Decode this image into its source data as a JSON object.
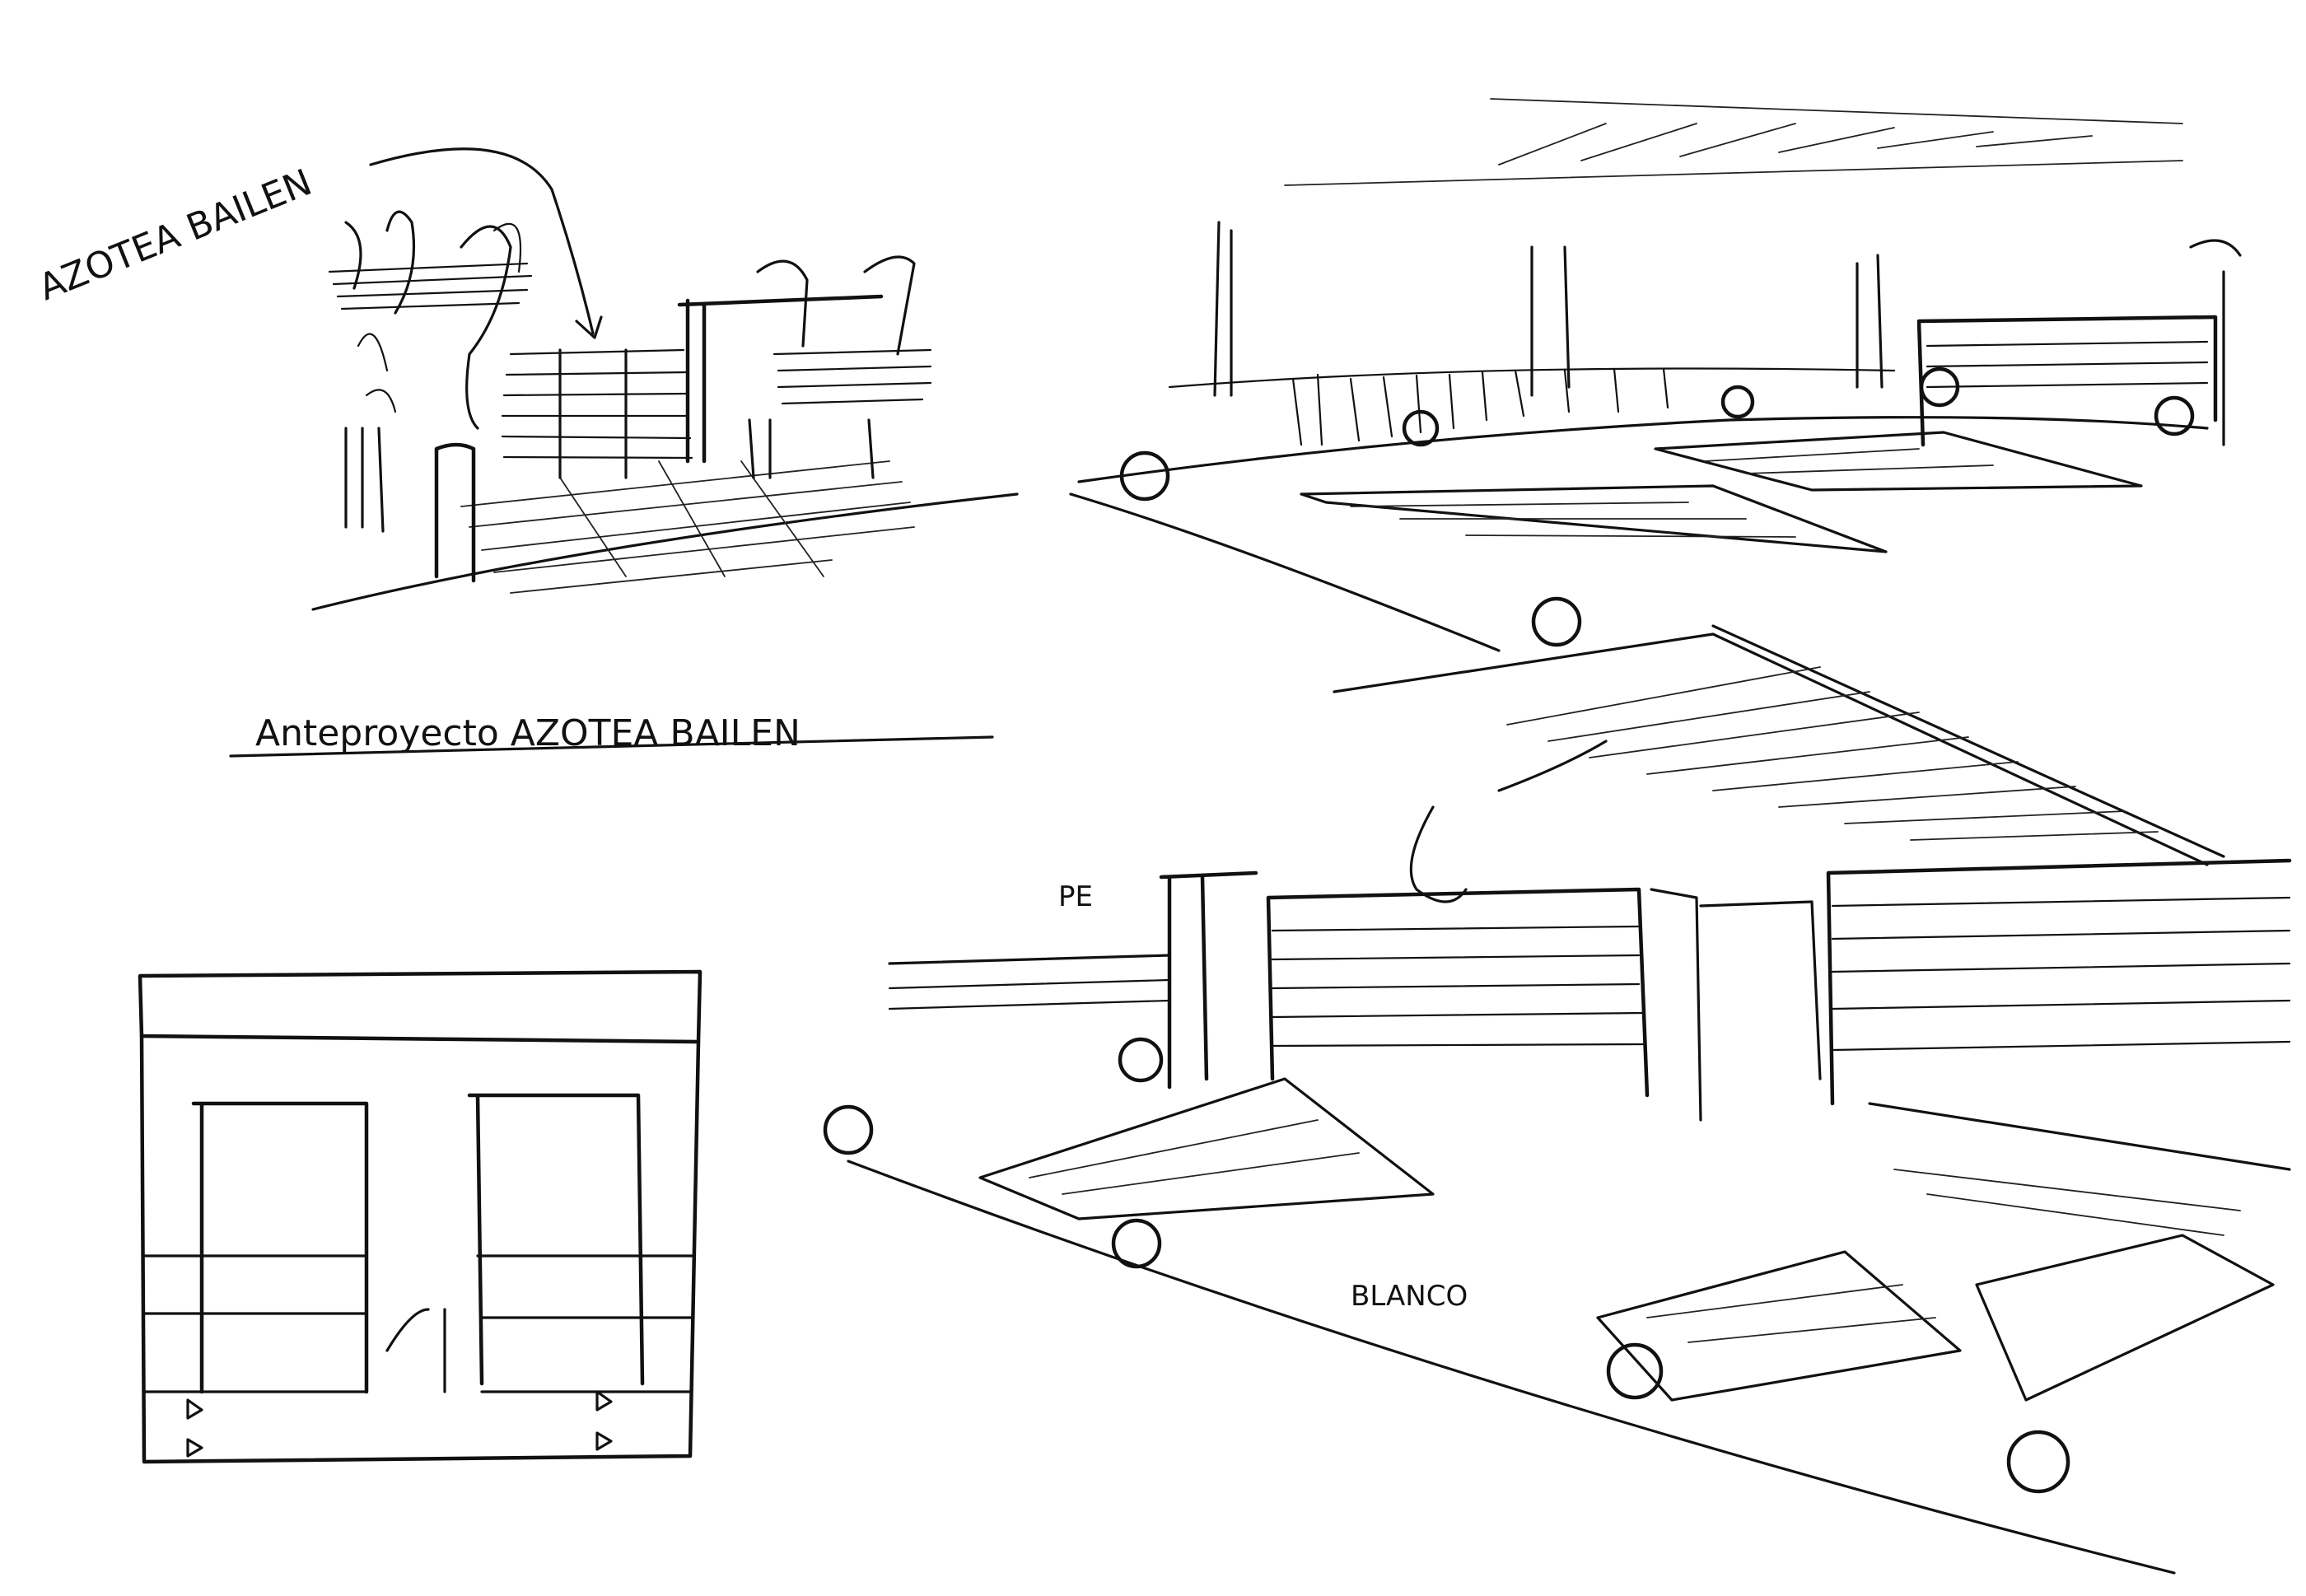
{
  "labels": {
    "corner_note": "AZOTEA BAILEN",
    "main_title": "Anteproyecto AZOTEA BAILEN",
    "material_note_pe": "PE",
    "material_note_blanco": "BLANCO"
  },
  "colors": {
    "ink": "#111111",
    "paper": "#ffffff"
  }
}
